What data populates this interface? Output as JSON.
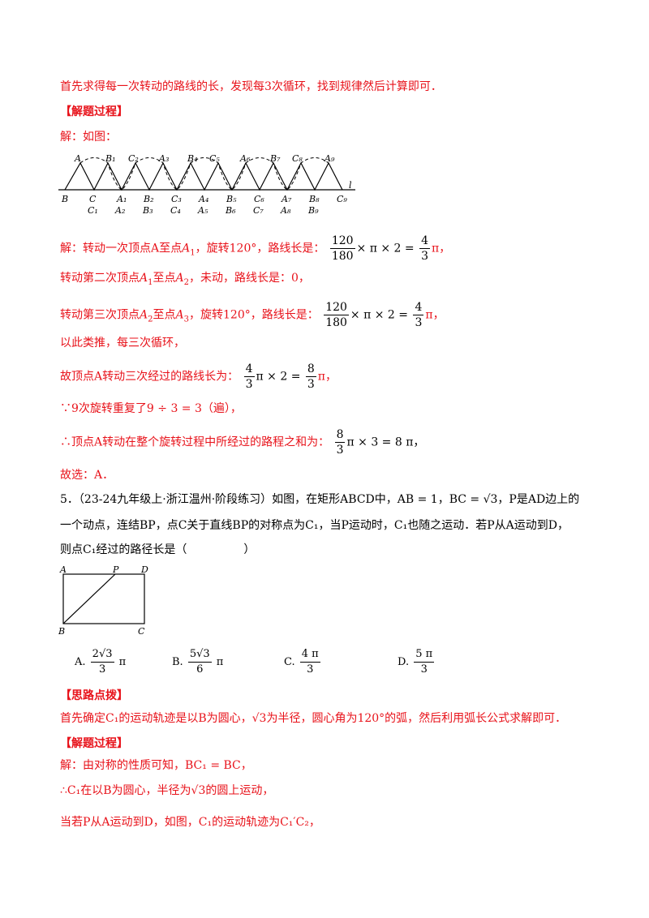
{
  "intro": "首先求得每一次转动的路线的长，发现每3次循环，找到规律然后计算即可．",
  "sec1_title": "【解题过程】",
  "jie_label": "解：如图：",
  "triangle_figure": {
    "top_labels": [
      "A",
      "B1",
      "C2",
      "A3",
      "B4",
      "C5",
      "A6",
      "B7",
      "C8",
      "A9"
    ],
    "base_row1": [
      "B",
      "C",
      "A1",
      "B2",
      "C3",
      "A4",
      "B5",
      "C6",
      "A7",
      "B8",
      "C9"
    ],
    "base_row2": [
      "C1",
      "A2",
      "B3",
      "C4",
      "A5",
      "B6",
      "C7",
      "A8",
      "B9"
    ],
    "line_label": "l"
  },
  "s1": {
    "pre": "解：转动一次顶点A至点",
    "a1": "A",
    "a1s": "1",
    "mid": "，旋转120°，路线长是：",
    "num": "120",
    "den": "180",
    "tail": "× π × 2 =",
    "rnum": "4",
    "rden": "3",
    "end": "π，"
  },
  "s2": {
    "pre": "转动第二次顶点",
    "mid": "至点",
    "tail": "，未动，路线长是：0，"
  },
  "s3": {
    "pre": "转动第三次顶点",
    "mid": "至点",
    "tail": "，旋转120°，路线长是：",
    "num": "120",
    "den": "180",
    "mult": "× π × 2 =",
    "rnum": "4",
    "rden": "3",
    "end": "π，"
  },
  "s4": "以此类推，每三次循环，",
  "s5": {
    "pre": "故顶点A转动三次经过的路线长为：",
    "mult": "π × 2 =",
    "end": "π，"
  },
  "s6": "∵9次旋转重复了9 ÷ 3 = 3（遍），",
  "s7": {
    "pre": "∴顶点A转动在整个旋转过程中所经过的路程之和为：",
    "mult": "π × 3 = 8 π，"
  },
  "s8": "故选：A．",
  "q5": {
    "line1": "5．（23-24九年级上·浙江温州·阶段练习）如图，在矩形ABCD中，AB = 1，BC = √3，P是AD边上的",
    "line2": "一个动点，连结BP，点C关于直线BP的对称点为C₁，当P运动时，C₁也随之运动．若P从A运动到D，",
    "line3": "则点C₁经过的路径长是（　　　　　）"
  },
  "rect_labels": {
    "A": "A",
    "P": "P",
    "D": "D",
    "B": "B",
    "C": "C"
  },
  "options": [
    {
      "letter": "A.",
      "num": "2√3",
      "den": "3",
      "suffix": "π"
    },
    {
      "letter": "B.",
      "num": "5√3",
      "den": "6",
      "suffix": "π"
    },
    {
      "letter": "C.",
      "num": "4 π",
      "den": "3",
      "suffix": ""
    },
    {
      "letter": "D.",
      "num": "5 π",
      "den": "3",
      "suffix": ""
    }
  ],
  "sec2_title": "【思路点拨】",
  "hint": "首先确定C₁的运动轨迹是以B为圆心，√3为半径，圆心角为120°的弧，然后利用弧长公式求解即可．",
  "sec3_title": "【解题过程】",
  "sol1": "解：由对称的性质可知，BC₁ = BC，",
  "sol2": "∴C₁在以B为圆心，半径为√3的圆上运动，",
  "sol3": "当若P从A运动到D，如图，C₁的运动轨迹为C₁′C₂，"
}
